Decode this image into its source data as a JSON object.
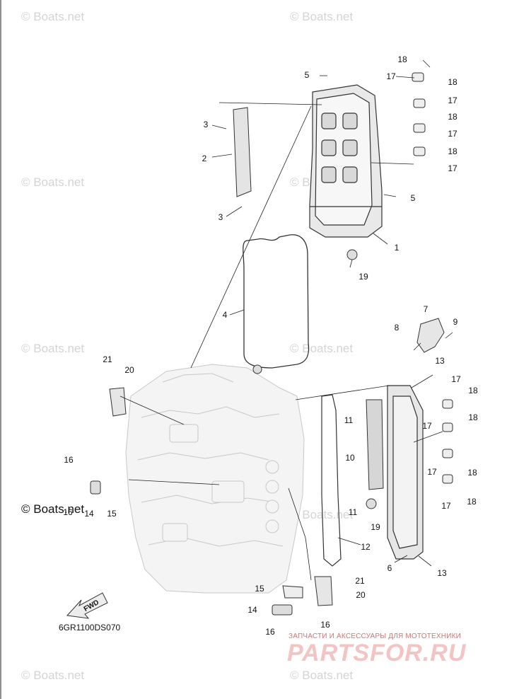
{
  "watermark": "© Boats.net",
  "copyright": "© Boats.net",
  "diagram_code": "6GR1100DS070",
  "fwd_label": "FWD",
  "shop_tagline": "ЗАПЧАСТИ И АКСЕССУАРЫ ДЛЯ МОТОТЕХНИКИ",
  "shop_logo": "PARTSFOR.RU",
  "colors": {
    "ink": "#111111",
    "ghost": "#cfcfcf",
    "watermark": "#d4d4d4",
    "shop": "#f2c4c4"
  },
  "callouts": [
    "18",
    "17",
    "18",
    "17",
    "18",
    "17",
    "18",
    "17",
    "5",
    "3",
    "2",
    "5",
    "3",
    "1",
    "19",
    "4",
    "7",
    "8",
    "9",
    "21",
    "20",
    "13",
    "17",
    "18",
    "11",
    "17",
    "18",
    "10",
    "17",
    "18",
    "11",
    "17",
    "18",
    "19",
    "16",
    "16",
    "14",
    "15",
    "12",
    "6",
    "13",
    "21",
    "15",
    "20",
    "14",
    "16",
    "16"
  ]
}
